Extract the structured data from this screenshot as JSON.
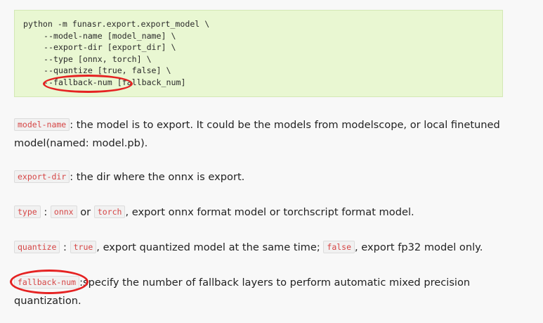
{
  "code_block": {
    "lines": [
      "python -m funasr.export.export_model \\",
      "--model-name [model_name] \\",
      "--export-dir [export_dir] \\",
      "--type [onnx, torch] \\",
      "--quantize [true, false] \\",
      "--fallback-num [fallback_num]"
    ]
  },
  "paragraphs": {
    "model_name": {
      "code": "model-name",
      "text": ": the model is to export. It could be the models from modelscope, or local finetuned model(named: model.pb)."
    },
    "export_dir": {
      "code": "export-dir",
      "text": ": the dir where the onnx is export."
    },
    "type": {
      "code": "type",
      "sep": ":",
      "code_a": "onnx",
      "or": "or",
      "code_b": "torch",
      "text": ", export onnx format model or torchscript format model."
    },
    "quantize": {
      "code": "quantize",
      "sep": ":",
      "code_a": "true",
      "text_a": ", export quantized model at the same time;",
      "code_b": "false",
      "text_b": ", export fp32 model only."
    },
    "fallback_num": {
      "code": "fallback-num",
      "text": ":specify the number of fallback layers to perform automatic mixed precision quantization."
    }
  },
  "annotation_color": "#e52222"
}
